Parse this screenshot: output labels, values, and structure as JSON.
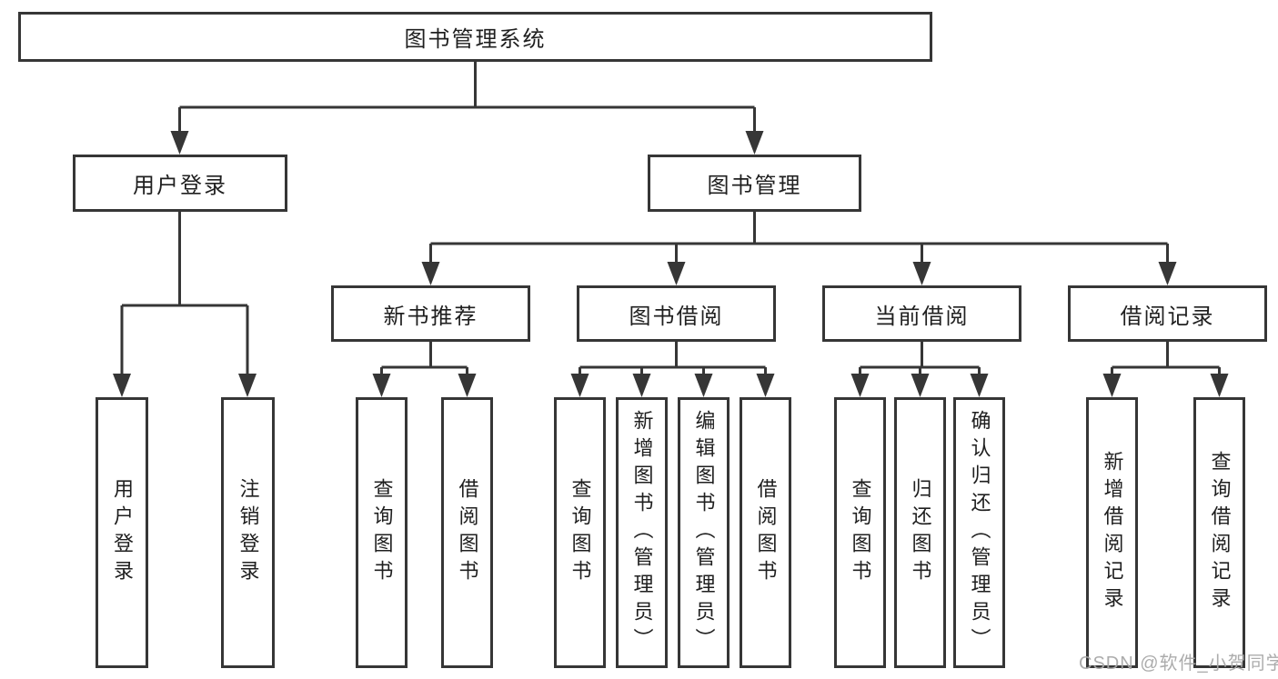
{
  "watermark": "CSDN @软件_小贺同学",
  "colors": {
    "line": "#363636",
    "text": "#1f1f1f",
    "watermark": "#a8a8a8",
    "box_bg": "#ffffff"
  },
  "tree": {
    "root": {
      "label": "图书管理系统",
      "children": [
        {
          "label": "用户登录",
          "children": [
            {
              "label": "用户登录"
            },
            {
              "label": "注销登录"
            }
          ]
        },
        {
          "label": "图书管理",
          "children": [
            {
              "label": "新书推荐",
              "children": [
                {
                  "label": "查询图书"
                },
                {
                  "label": "借阅图书"
                }
              ]
            },
            {
              "label": "图书借阅",
              "children": [
                {
                  "label": "查询图书"
                },
                {
                  "label": "新增图书（管理员）"
                },
                {
                  "label": "编辑图书（管理员）"
                },
                {
                  "label": "借阅图书"
                }
              ]
            },
            {
              "label": "当前借阅",
              "children": [
                {
                  "label": "查询图书"
                },
                {
                  "label": "归还图书"
                },
                {
                  "label": "确认归还（管理员）"
                }
              ]
            },
            {
              "label": "借阅记录",
              "children": [
                {
                  "label": "新增借阅记录"
                },
                {
                  "label": "查询借阅记录"
                }
              ]
            }
          ]
        }
      ]
    }
  }
}
